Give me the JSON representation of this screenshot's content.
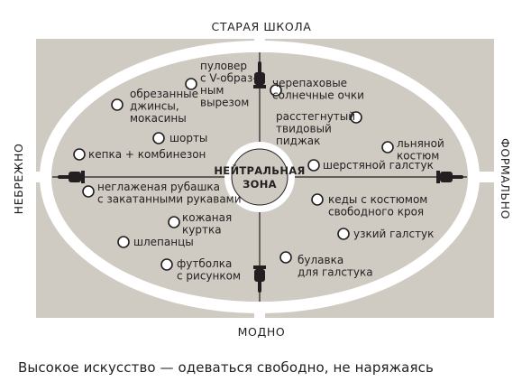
{
  "axes": {
    "top": "СТАРАЯ ШКОЛА",
    "bottom": "МОДНО",
    "left": "НЕБРЕЖНО",
    "right": "ФОРМАЛЬНО"
  },
  "center": [
    "НЕЙТРАЛЬНАЯ",
    "ЗОНА"
  ],
  "items": [
    {
      "id": "cutoff-jeans",
      "lines": [
        "обрезанные",
        "джинсы,",
        "мокасины"
      ]
    },
    {
      "id": "v-neck-pullover",
      "lines": [
        "пуловер",
        "с V-образ-",
        "ным",
        "вырезом"
      ]
    },
    {
      "id": "tortoiseshell-sunglasses",
      "lines": [
        "черепаховые",
        "солнечные очки"
      ]
    },
    {
      "id": "shorts",
      "lines": [
        "шорты"
      ]
    },
    {
      "id": "unbuttoned-tweed-jacket",
      "lines": [
        "расстегнутый",
        "твидовый",
        "пиджак"
      ]
    },
    {
      "id": "linen-suit",
      "lines": [
        "льняной",
        "костюм"
      ]
    },
    {
      "id": "cap-and-overalls",
      "lines": [
        "кепка + комбинезон"
      ]
    },
    {
      "id": "wool-tie",
      "lines": [
        "шерстяной галстук"
      ]
    },
    {
      "id": "unironed-shirt",
      "lines": [
        "неглаженая рубашка",
        "с закатанными рукавами"
      ]
    },
    {
      "id": "sneakers-with-suit",
      "lines": [
        "кеды с костюмом",
        "свободного кроя"
      ]
    },
    {
      "id": "leather-jacket",
      "lines": [
        "кожаная",
        "куртка"
      ]
    },
    {
      "id": "slim-tie",
      "lines": [
        "узкий галстук"
      ]
    },
    {
      "id": "flip-flops",
      "lines": [
        "шлепанцы"
      ]
    },
    {
      "id": "graphic-tshirt",
      "lines": [
        "футболка",
        "с рисунком"
      ]
    },
    {
      "id": "tie-pin",
      "lines": [
        "булавка",
        "для галстука"
      ]
    }
  ],
  "caption": "Высокое искусство — одеваться свободно, не наряжаясь",
  "colors": {
    "background": "#cfcac2",
    "ring": "#ffffff",
    "ink": "#231f20",
    "dot": "#ffffff"
  }
}
